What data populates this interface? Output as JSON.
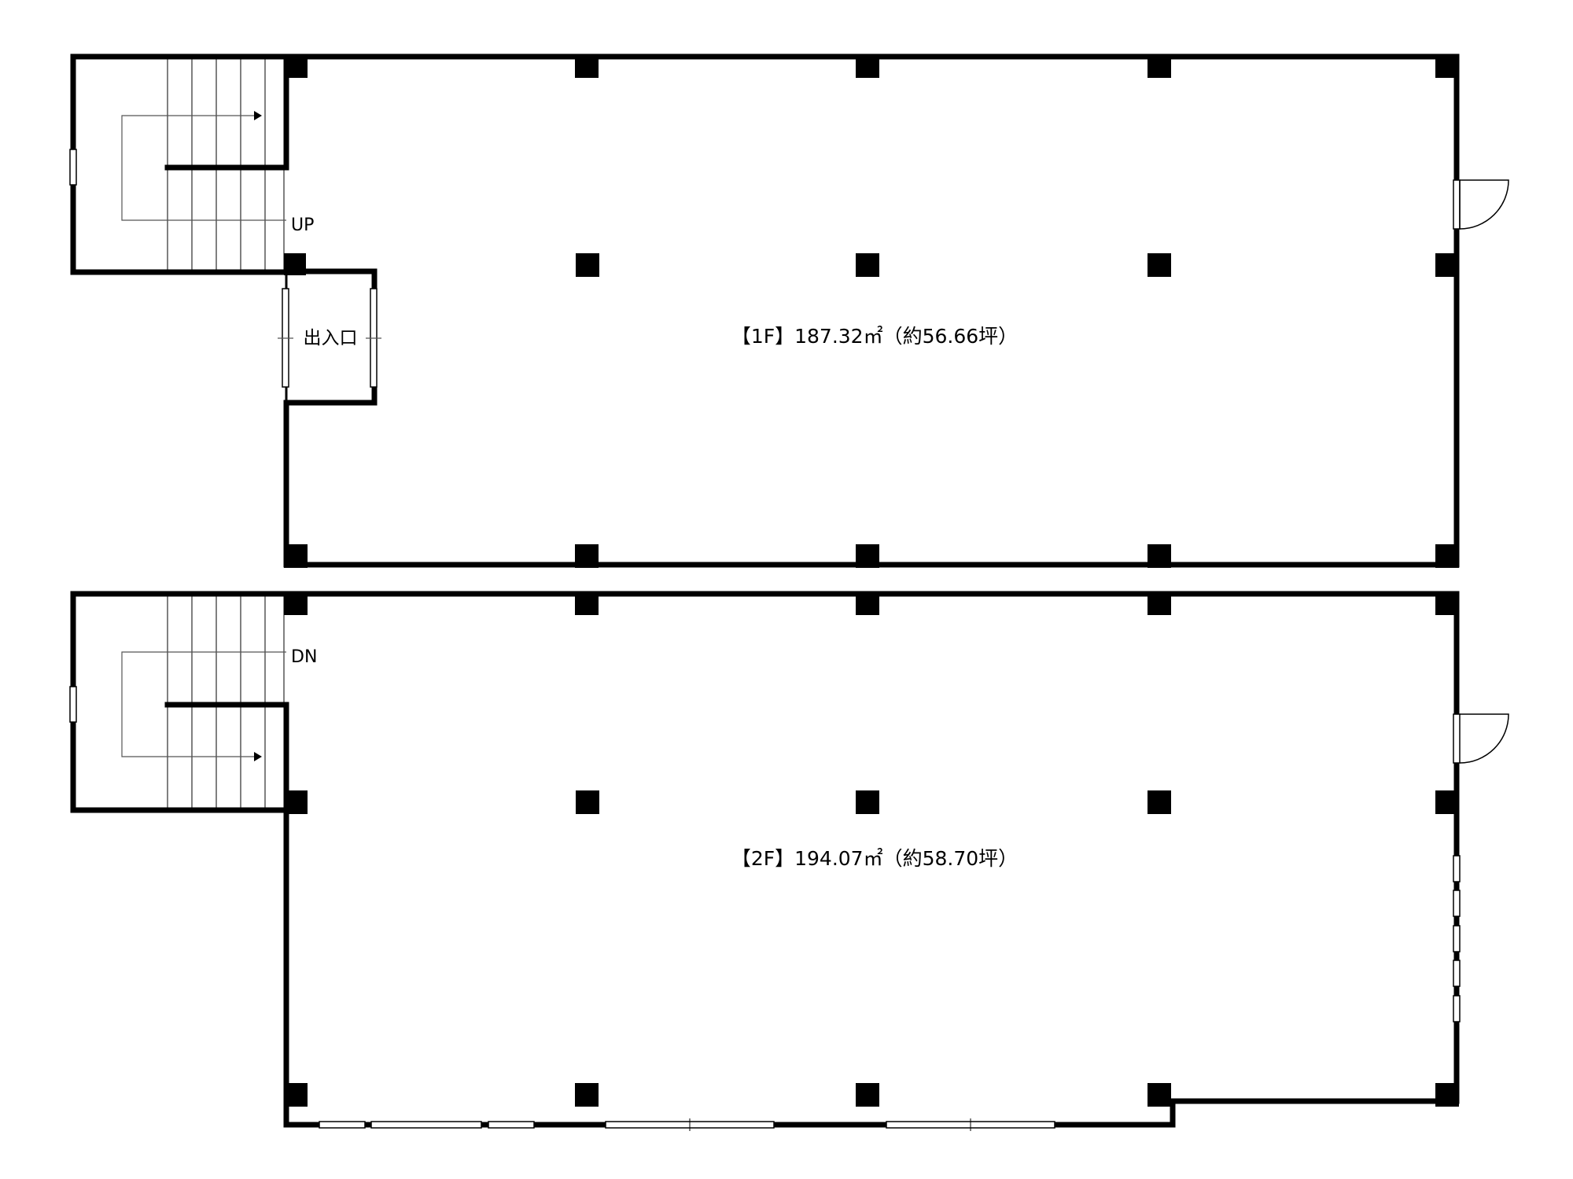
{
  "floor1": {
    "area_label": "【1F】187.32㎡（約56.66坪）",
    "stair_label": "UP",
    "entrance_label": "出入口"
  },
  "floor2": {
    "area_label": "【2F】194.07㎡（約58.70坪）",
    "stair_label": "DN"
  }
}
